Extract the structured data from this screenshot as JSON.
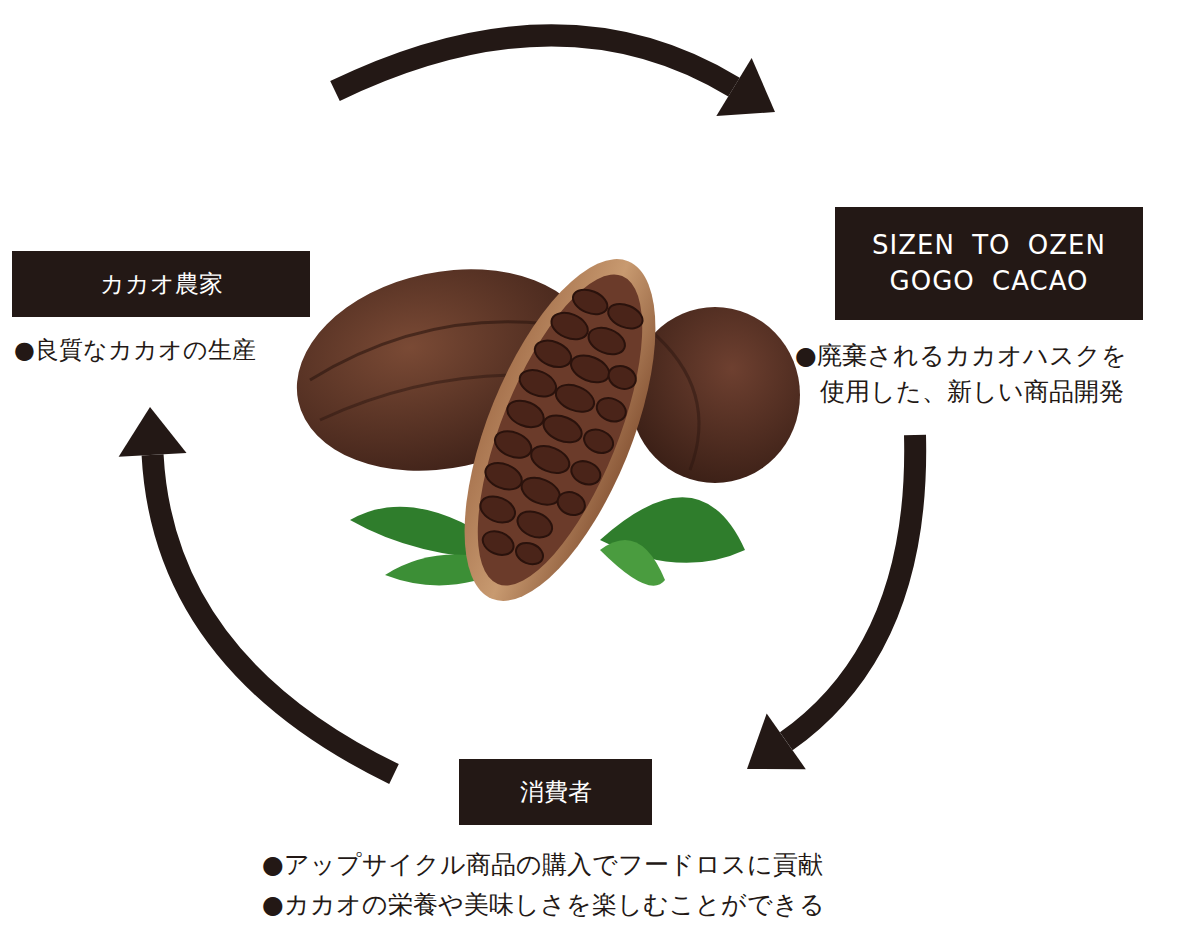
{
  "diagram": {
    "nodes": [
      {
        "text": [
          "カカオ農家",
          "●良質なカカオの生産"
        ]
      },
      {
        "text": [
          "SIZEN TO OZEN GOGO CACAO",
          "●廃棄されるカカオハスクを使用した、新しい商品開発"
        ]
      },
      {
        "text": [
          "消費者",
          "●アップサイクル商品の購入でフードロスに貢献",
          "●カカオの栄養や美味しさを楽しむことができる"
        ]
      }
    ],
    "edges": [
      {
        "from": 0,
        "to": 1,
        "arrow": "to"
      },
      {
        "from": 1,
        "to": 2,
        "arrow": "to"
      },
      {
        "from": 2,
        "to": 0,
        "arrow": "to"
      }
    ]
  }
}
